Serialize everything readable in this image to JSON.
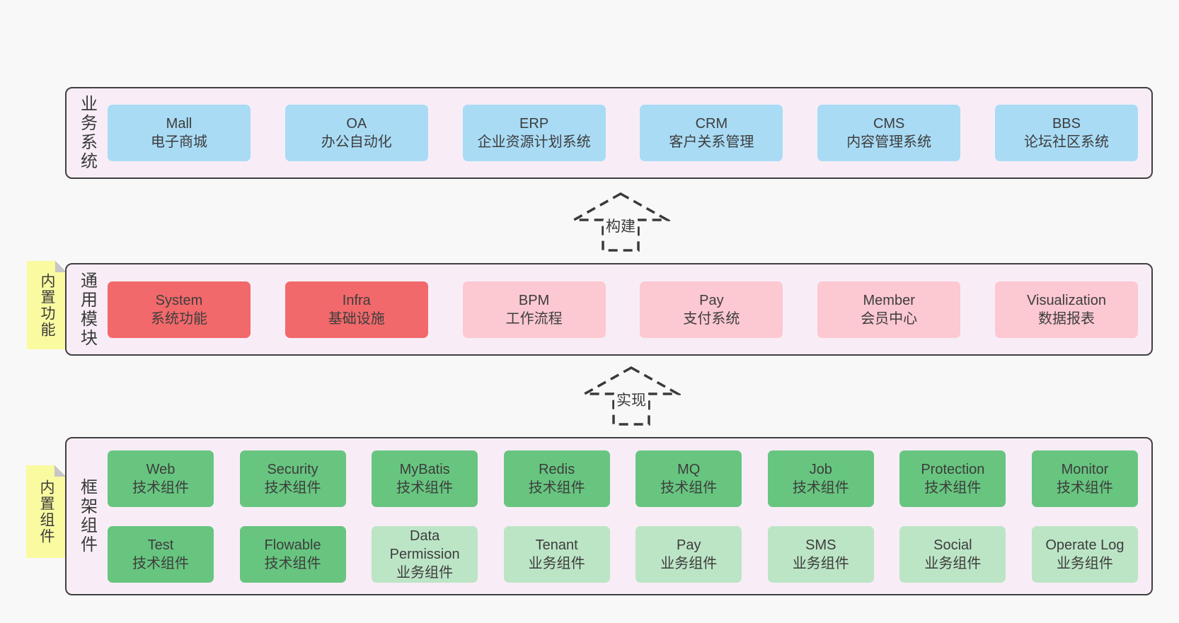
{
  "layers": [
    {
      "label": "业务系统",
      "boxes": [
        {
          "name": "Mall",
          "desc": "电子商城"
        },
        {
          "name": "OA",
          "desc": "办公自动化"
        },
        {
          "name": "ERP",
          "desc": "企业资源计划系统"
        },
        {
          "name": "CRM",
          "desc": "客户关系管理"
        },
        {
          "name": "CMS",
          "desc": "内容管理系统"
        },
        {
          "name": "BBS",
          "desc": "论坛社区系统"
        }
      ]
    },
    {
      "label": "通用模块",
      "tag": "内置功能",
      "boxes": [
        {
          "name": "System",
          "desc": "系统功能"
        },
        {
          "name": "Infra",
          "desc": "基础设施"
        },
        {
          "name": "BPM",
          "desc": "工作流程"
        },
        {
          "name": "Pay",
          "desc": "支付系统"
        },
        {
          "name": "Member",
          "desc": "会员中心"
        },
        {
          "name": "Visualization",
          "desc": "数据报表"
        }
      ]
    },
    {
      "label": "框架组件",
      "tag": "内置组件",
      "rows": [
        [
          {
            "name": "Web",
            "desc": "技术组件"
          },
          {
            "name": "Security",
            "desc": "技术组件"
          },
          {
            "name": "MyBatis",
            "desc": "技术组件"
          },
          {
            "name": "Redis",
            "desc": "技术组件"
          },
          {
            "name": "MQ",
            "desc": "技术组件"
          },
          {
            "name": "Job",
            "desc": "技术组件"
          },
          {
            "name": "Protection",
            "desc": "技术组件"
          },
          {
            "name": "Monitor",
            "desc": "技术组件"
          }
        ],
        [
          {
            "name": "Test",
            "desc": "技术组件"
          },
          {
            "name": "Flowable",
            "desc": "技术组件"
          },
          {
            "name": "Data Permission",
            "desc": "业务组件"
          },
          {
            "name": "Tenant",
            "desc": "业务组件"
          },
          {
            "name": "Pay",
            "desc": "业务组件"
          },
          {
            "name": "SMS",
            "desc": "业务组件"
          },
          {
            "name": "Social",
            "desc": "业务组件"
          },
          {
            "name": "Operate Log",
            "desc": "业务组件"
          }
        ]
      ]
    }
  ],
  "arrows": [
    {
      "label": "构建"
    },
    {
      "label": "实现"
    }
  ],
  "colors": {
    "page_bg": "#f8f8f8",
    "container_bg": "#f8edf6",
    "container_border": "#404040",
    "box_blue": "#a9dbf5",
    "box_red": "#f2696b",
    "box_pink": "#fcc8d2",
    "box_green": "#67c57f",
    "box_light_green": "#bce5c6",
    "note_yellow": "#fafaa0",
    "note_fold_gray": "#c6c6c6",
    "text": "#3d3d3d"
  }
}
